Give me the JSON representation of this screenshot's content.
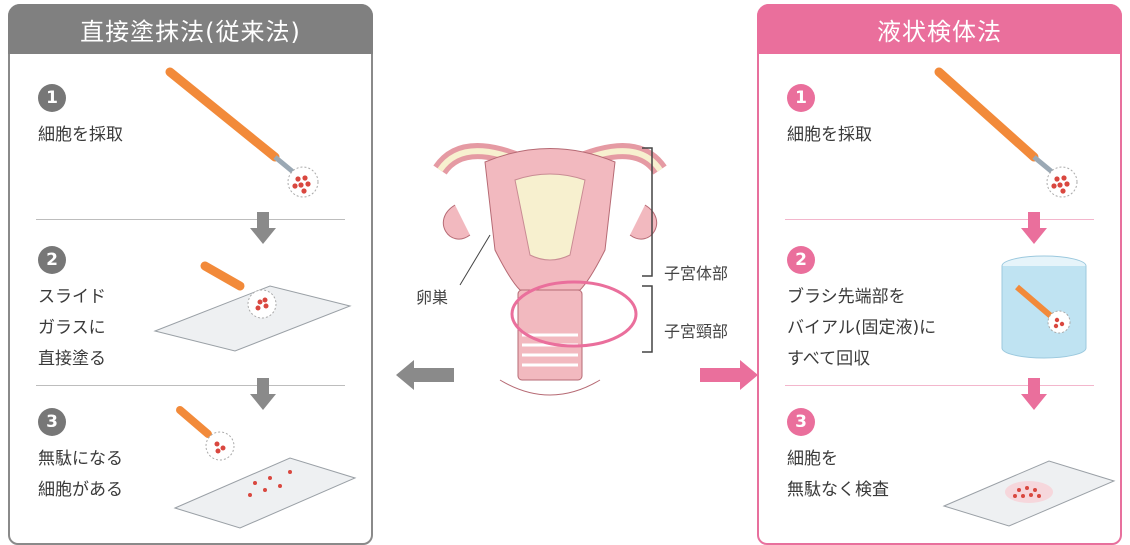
{
  "left_panel": {
    "title": "直接塗抹法(従来法)",
    "steps": [
      {
        "num": "1",
        "lines": [
          "細胞を採取"
        ]
      },
      {
        "num": "2",
        "lines": [
          "スライド",
          "ガラスに",
          "直接塗る"
        ]
      },
      {
        "num": "3",
        "lines": [
          "無駄になる",
          "細胞がある"
        ]
      }
    ]
  },
  "right_panel": {
    "title": "液状検体法",
    "steps": [
      {
        "num": "1",
        "lines": [
          "細胞を採取"
        ]
      },
      {
        "num": "2",
        "lines": [
          "ブラシ先端部を",
          "バイアル(固定液)に",
          "すべて回収"
        ]
      },
      {
        "num": "3",
        "lines": [
          "細胞を",
          "無駄なく検査"
        ]
      }
    ]
  },
  "center": {
    "label_ovary": "卵巣",
    "label_body": "子宮体部",
    "label_cervix": "子宮頸部"
  },
  "colors": {
    "gray": "#808080",
    "pink": "#ea6f9c",
    "uterus": "#f2b9bf",
    "cream": "#f7f0cf"
  }
}
